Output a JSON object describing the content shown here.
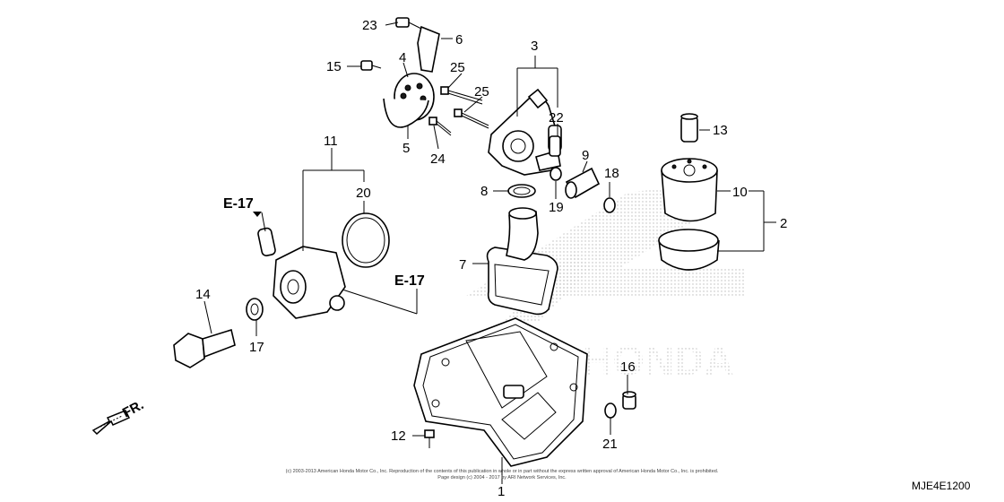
{
  "document_code": "MJE4E1200",
  "copyright_line1": "(c) 2003-2013 American Honda Motor Co., Inc. Reproduction of the contents of this publication in whole or in part without the express written approval of American Honda Motor Co., Inc. is prohibited.",
  "copyright_line2": "Page design (c) 2004 - 2017 by ARI Network Services, Inc.",
  "direction_label": "FR.",
  "watermark_text": "HONDA",
  "reference_labels": {
    "e17_left": "E-17",
    "e17_right": "E-17"
  },
  "part_callouts": {
    "p1": "1",
    "p2": "2",
    "p3": "3",
    "p4": "4",
    "p5": "5",
    "p6": "6",
    "p7": "7",
    "p8": "8",
    "p9": "9",
    "p10": "10",
    "p11": "11",
    "p12": "12",
    "p13": "13",
    "p14": "14",
    "p15": "15",
    "p16": "16",
    "p17": "17",
    "p18": "18",
    "p19": "19",
    "p20": "20",
    "p21": "21",
    "p22": "22",
    "p23": "23",
    "p24": "24",
    "p25a": "25",
    "p25b": "25"
  }
}
